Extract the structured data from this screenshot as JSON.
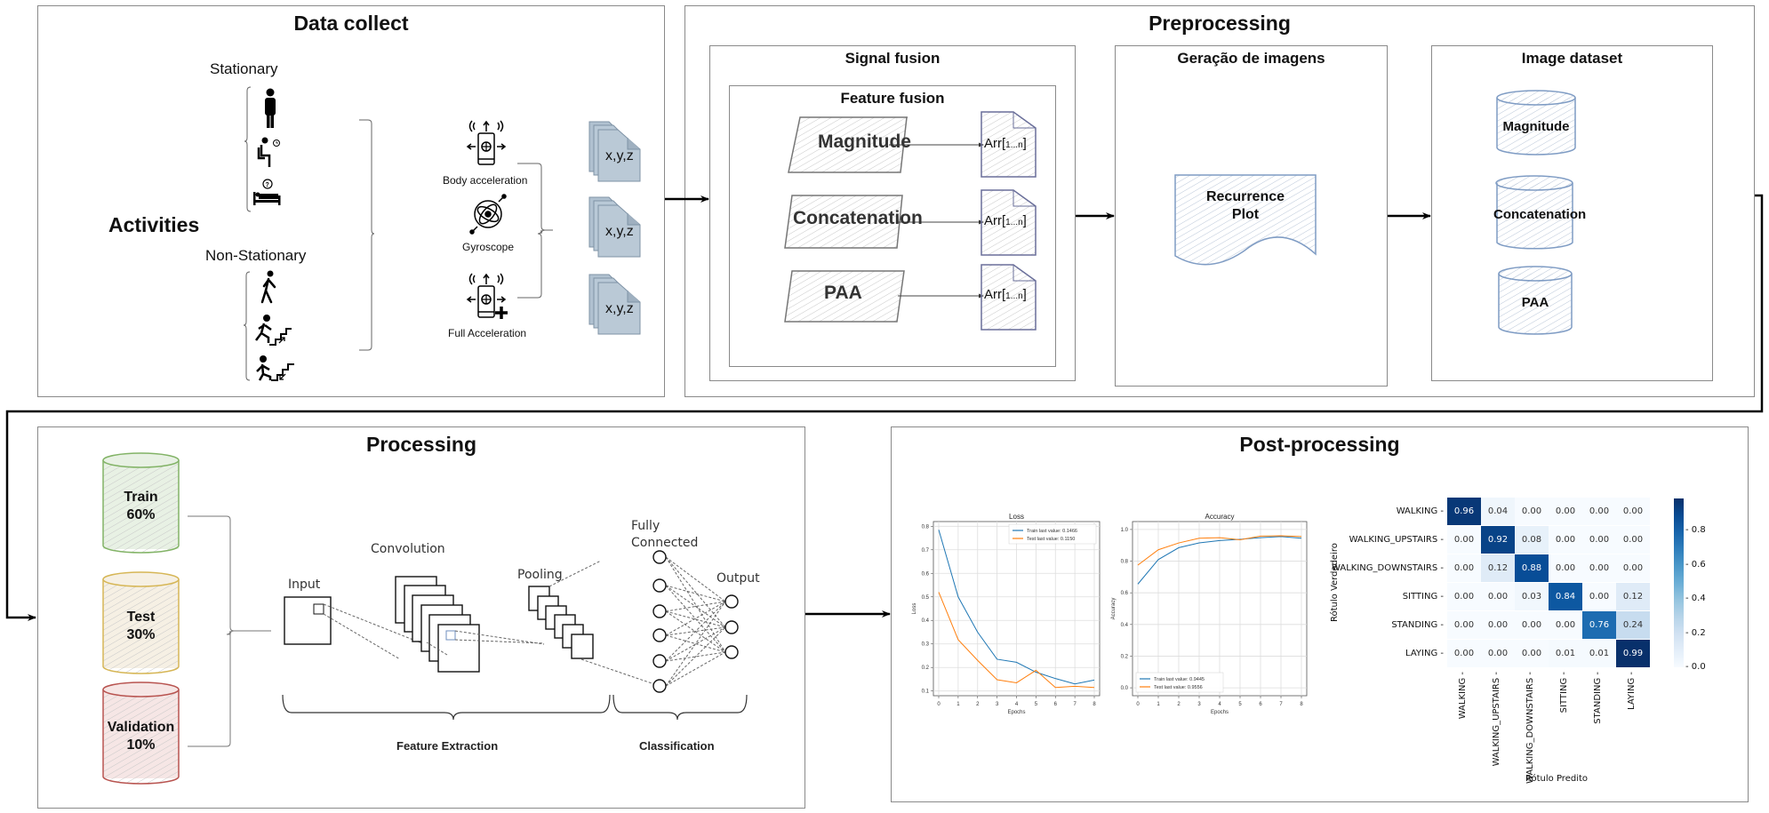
{
  "data_collect": {
    "title": "Data collect",
    "activities_label": "Activities",
    "stationary_label": "Stationary",
    "non_stationary_label": "Non-Stationary",
    "stationary_icons": [
      "standing-person-icon",
      "sitting-person-icon",
      "laying-person-icon"
    ],
    "non_stationary_icons": [
      "walking-person-icon",
      "upstairs-person-icon",
      "downstairs-person-icon"
    ],
    "sensors": [
      {
        "label": "Body acceleration",
        "icon": "smartphone-accelerometer-icon"
      },
      {
        "label": "Gyroscope",
        "icon": "gyroscope-icon"
      },
      {
        "label": "Full Acceleration",
        "icon": "smartphone-accelerometer-plus-icon"
      }
    ],
    "axis_files": [
      "x,y,z",
      "x,y,z",
      "x,y,z"
    ]
  },
  "preprocessing": {
    "title": "Preprocessing",
    "signal_fusion": {
      "title": "Signal fusion",
      "feature_fusion": {
        "title": "Feature fusion",
        "methods": [
          "Magnitude",
          "Concatenation",
          "PAA"
        ],
        "array_label": "Arr[",
        "array_index": "1...n",
        "array_close": "]"
      }
    },
    "image_generation": {
      "title": "Geração de imagens",
      "document_label_line1": "Recurrence",
      "document_label_line2": "Plot"
    },
    "image_dataset": {
      "title": "Image dataset",
      "datasets": [
        "Magnitude",
        "Concatenation",
        "PAA"
      ]
    }
  },
  "processing": {
    "title": "Processing",
    "splits": [
      {
        "name": "Train",
        "percent": "60%",
        "color": "#82b366",
        "fill": "#d5e8d4"
      },
      {
        "name": "Test",
        "percent": "30%",
        "color": "#d6b656",
        "fill": "#fff2cc"
      },
      {
        "name": "Validation",
        "percent": "10%",
        "color": "#b85450",
        "fill": "#f8cecc"
      }
    ],
    "cnn": {
      "input_label": "Input",
      "convolution_label": "Convolution",
      "pooling_label": "Pooling",
      "fully_connected_label_line1": "Fully",
      "fully_connected_label_line2": "Connected",
      "output_label": "Output",
      "feature_extraction_label": "Feature Extraction",
      "classification_label": "Classification"
    }
  },
  "post_processing": {
    "title": "Post-processing"
  },
  "chart_data": [
    {
      "type": "line",
      "title": "Loss",
      "xlabel": "Epochs",
      "ylabel": "Loss",
      "x": [
        0,
        1,
        2,
        3,
        4,
        5,
        6,
        7,
        8
      ],
      "xlim": [
        0,
        8
      ],
      "ylim": [
        0.08,
        0.82
      ],
      "yticks": [
        0.1,
        0.2,
        0.3,
        0.4,
        0.5,
        0.6,
        0.7,
        0.8
      ],
      "xticks": [
        0,
        1,
        2,
        3,
        4,
        5,
        6,
        7,
        8
      ],
      "grid": true,
      "legend_position": "top-right",
      "series": [
        {
          "name": "Train last value: 0.1466",
          "color": "#1f77b4",
          "values": [
            0.785,
            0.5,
            0.35,
            0.235,
            0.222,
            0.18,
            0.153,
            0.13,
            0.1466
          ]
        },
        {
          "name": "Test last value: 0.1150",
          "color": "#ff7f0e",
          "values": [
            0.52,
            0.318,
            0.23,
            0.148,
            0.135,
            0.188,
            0.115,
            0.12,
            0.115
          ]
        }
      ]
    },
    {
      "type": "line",
      "title": "Accuracy",
      "xlabel": "Epochs",
      "ylabel": "Accuracy",
      "x": [
        0,
        1,
        2,
        3,
        4,
        5,
        6,
        7,
        8
      ],
      "xlim": [
        0,
        8
      ],
      "ylim": [
        -0.05,
        1.05
      ],
      "yticks": [
        0.0,
        0.2,
        0.4,
        0.6,
        0.8,
        1.0
      ],
      "xticks": [
        0,
        1,
        2,
        3,
        4,
        5,
        6,
        7,
        8
      ],
      "grid": true,
      "legend_position": "bottom-left",
      "series": [
        {
          "name": "Train last value: 0.9445",
          "color": "#1f77b4",
          "values": [
            0.655,
            0.81,
            0.885,
            0.915,
            0.93,
            0.938,
            0.948,
            0.955,
            0.9445
          ]
        },
        {
          "name": "Test last value: 0.9556",
          "color": "#ff7f0e",
          "values": [
            0.775,
            0.872,
            0.915,
            0.945,
            0.948,
            0.935,
            0.958,
            0.96,
            0.9556
          ]
        }
      ]
    },
    {
      "type": "heatmap",
      "title": "",
      "xlabel": "Rótulo Predito",
      "ylabel": "Rótulo Verdadeiro",
      "row_labels": [
        "WALKING",
        "WALKING_UPSTAIRS",
        "WALKING_DOWNSTAIRS",
        "SITTING",
        "STANDING",
        "LAYING"
      ],
      "col_labels": [
        "WALKING",
        "WALKING_UPSTAIRS",
        "WALKING_DOWNSTAIRS",
        "SITTING",
        "STANDING",
        "LAYING"
      ],
      "values": [
        [
          0.96,
          0.04,
          0.0,
          0.0,
          0.0,
          0.0
        ],
        [
          0.0,
          0.92,
          0.08,
          0.0,
          0.0,
          0.0
        ],
        [
          0.0,
          0.12,
          0.88,
          0.0,
          0.0,
          0.0
        ],
        [
          0.0,
          0.0,
          0.03,
          0.84,
          0.0,
          0.12
        ],
        [
          0.0,
          0.0,
          0.0,
          0.0,
          0.76,
          0.24
        ],
        [
          0.0,
          0.0,
          0.0,
          0.01,
          0.01,
          0.99
        ]
      ],
      "colorbar": {
        "range": [
          0.0,
          0.99
        ],
        "ticks": [
          0.0,
          0.2,
          0.4,
          0.6,
          0.8
        ],
        "colormap": "Blues"
      }
    }
  ]
}
